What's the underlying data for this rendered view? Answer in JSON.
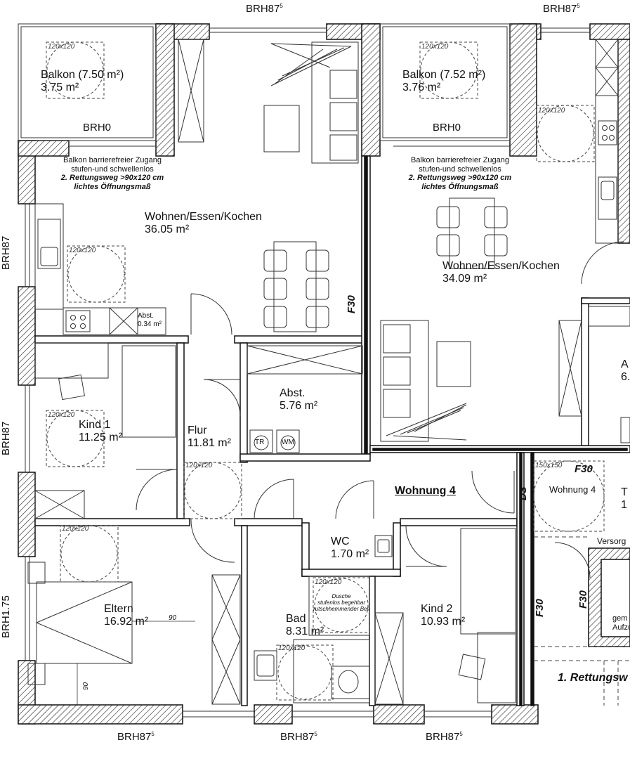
{
  "brh_labels": {
    "top_left": {
      "text": "BRH87",
      "sup": "5"
    },
    "top_right": {
      "text": "BRH87",
      "sup": "5"
    },
    "bottom_left": {
      "text": "BRH87",
      "sup": "5"
    },
    "bottom_mid": {
      "text": "BRH87",
      "sup": "5"
    },
    "bottom_right": {
      "text": "BRH87",
      "sup": "5"
    },
    "left_upper": "BRH87",
    "left_middle": "BRH87",
    "left_lower": "BRH1.75",
    "balcony_left": "BRH0",
    "balcony_right": "BRH0"
  },
  "rooms": {
    "balkon_left": {
      "name": "Balkon (7.50 m²)",
      "area": "3.75 m²"
    },
    "balkon_right": {
      "name": "Balkon (7.52 m²)",
      "area": "3.76 m²"
    },
    "wohnen_left": {
      "name": "Wohnen/Essen/Kochen",
      "area": "36.05 m²"
    },
    "wohnen_right": {
      "name": "Wohnen/Essen/Kochen",
      "area": "34.09 m²"
    },
    "abst_small": {
      "name": "Abst.",
      "area": "0.34 m²"
    },
    "kind1": {
      "name": "Kind 1",
      "area": "11.25 m²"
    },
    "flur": {
      "name": "Flur",
      "area": "11.81 m²"
    },
    "abst_large": {
      "name": "Abst.",
      "area": "5.76 m²"
    },
    "wc": {
      "name": "WC",
      "area": "1.70 m²"
    },
    "eltern": {
      "name": "Eltern",
      "area": "16.92 m²"
    },
    "bad": {
      "name": "Bad",
      "area": "8.31 m²"
    },
    "kind2": {
      "name": "Kind 2",
      "area": "10.93 m²"
    },
    "right_partial_a": {
      "name": "A",
      "area": "6."
    },
    "right_partial_t": {
      "name": "T",
      "area": "1"
    }
  },
  "notes": {
    "balcony_access_left": [
      "Balkon barrierefreier Zugang",
      "stufen-und schwellenlos",
      "2. Rettungsweg >90x120 cm",
      "lichtes Öffnungsmaß"
    ],
    "balcony_access_right": [
      "Balkon barrierefreier Zugang",
      "stufen-und schwellenlos",
      "2. Rettungsweg >90x120 cm",
      "lichtes Öffnungsmaß"
    ],
    "shower": [
      "Dusche",
      "stufenlos begehbar",
      "rutschhemmender Belag"
    ],
    "wohnung": "Wohnung 4",
    "wohnung_small": "Wohnung 4",
    "rettungsweg": "1. Rettungsw",
    "versorg": "Versorg",
    "aufzug": [
      "gem",
      "Aufzug"
    ],
    "fire_f30": "F30",
    "ds": "DS",
    "tr": "TR",
    "wm": "WM"
  },
  "turning_circles": {
    "c120": "120x120",
    "c150": "150x150"
  },
  "dimensions": {
    "d90_h": "90",
    "d90_v": "90"
  }
}
